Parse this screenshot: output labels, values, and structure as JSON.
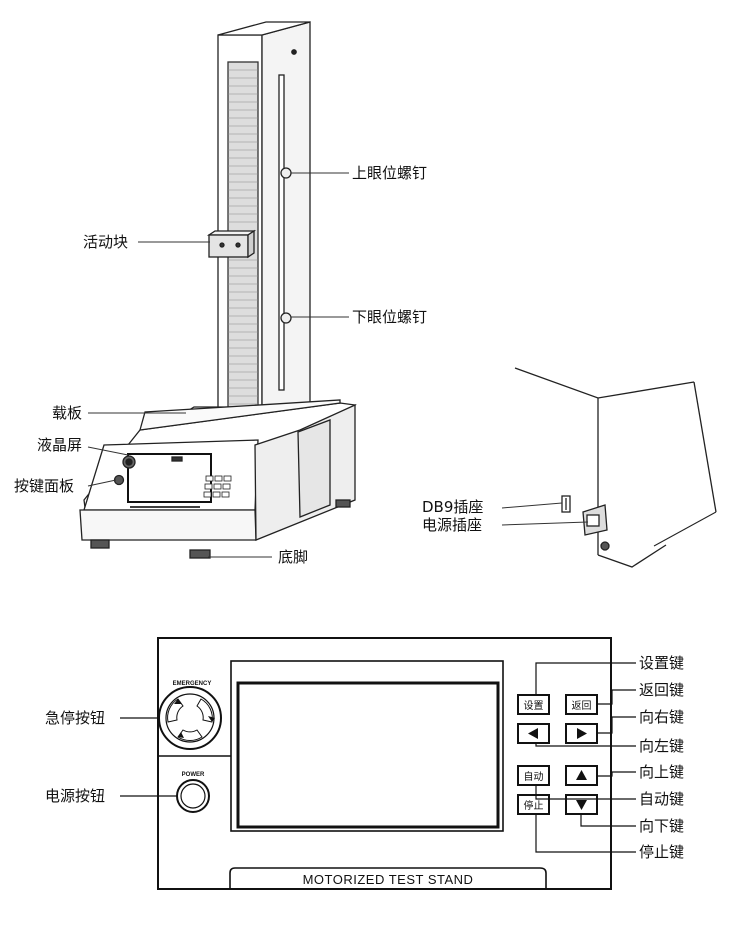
{
  "top_labels": {
    "upper_limit_screw": "上眼位螺钉",
    "moving_block": "活动块",
    "lower_limit_screw": "下眼位螺钉",
    "load_plate": "载板",
    "lcd_screen": "液晶屏",
    "keypad_panel": "按键面板",
    "foot": "底脚",
    "db9_socket": "DB9插座",
    "power_socket": "电源插座"
  },
  "panel": {
    "emergency_label": "EMERGENCY",
    "power_label": "POWER",
    "title": "MOTORIZED TEST STAND",
    "buttons": {
      "settings": "设置",
      "back": "返回",
      "auto": "自动",
      "stop": "停止"
    },
    "callouts": {
      "emergency_button": "急停按钮",
      "power_button": "电源按钮",
      "settings_key": "设置键",
      "back_key": "返回键",
      "right_key": "向右键",
      "left_key": "向左键",
      "up_key": "向上键",
      "auto_key": "自动键",
      "down_key": "向下键",
      "stop_key": "停止键"
    }
  }
}
